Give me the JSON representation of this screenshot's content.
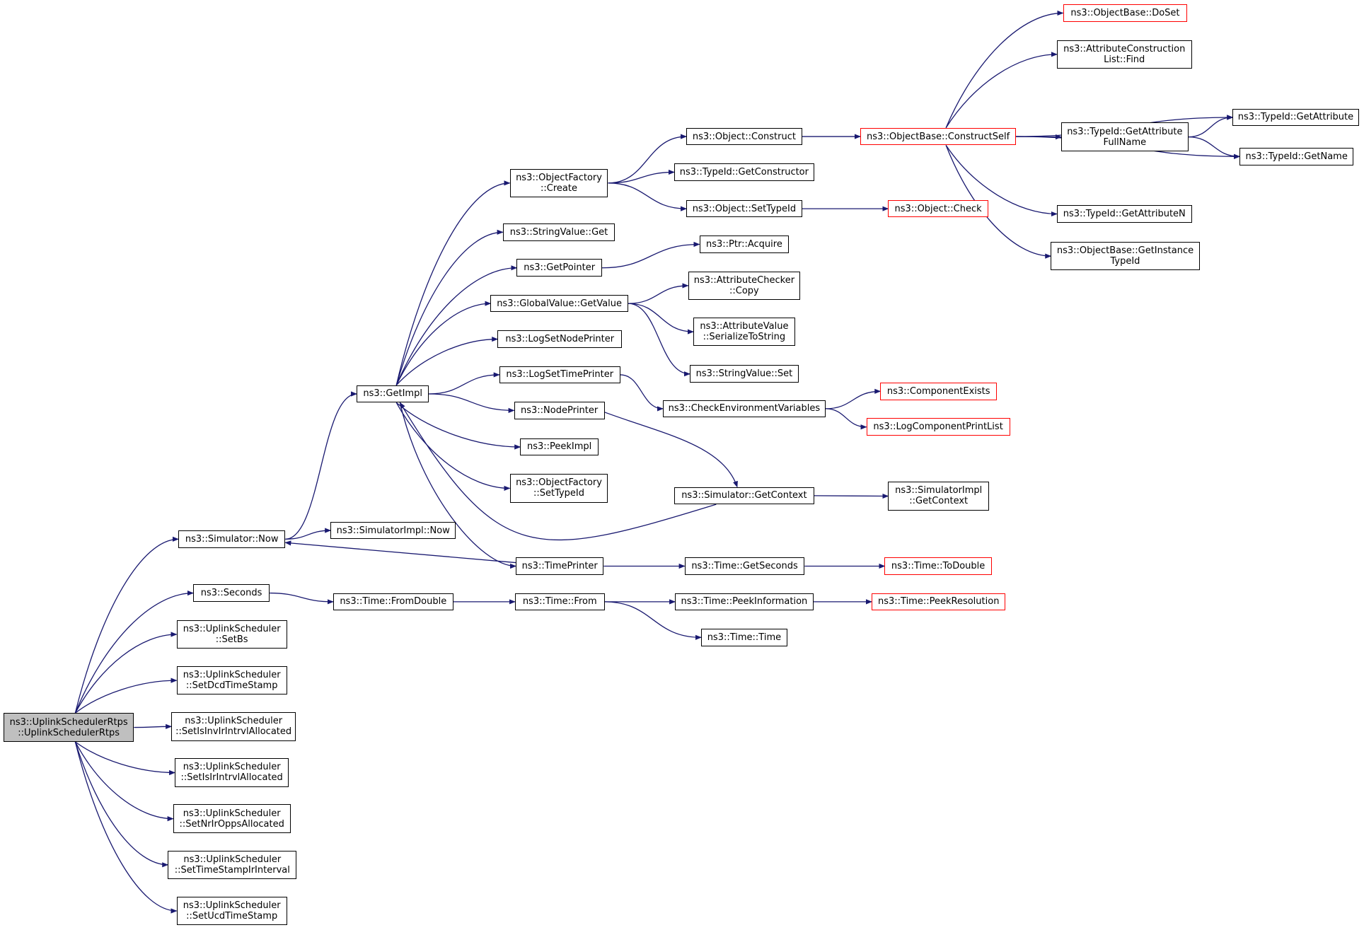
{
  "nodes": [
    {
      "id": "root",
      "lines": [
        "ns3::UplinkSchedulerRtps",
        "::UplinkSchedulerRtps"
      ],
      "root": true
    },
    {
      "id": "sim_now",
      "lines": [
        "ns3::Simulator::Now"
      ]
    },
    {
      "id": "seconds",
      "lines": [
        "ns3::Seconds"
      ]
    },
    {
      "id": "setbs",
      "lines": [
        "ns3::UplinkScheduler",
        "::SetBs"
      ]
    },
    {
      "id": "setdcd",
      "lines": [
        "ns3::UplinkScheduler",
        "::SetDcdTimeStamp"
      ]
    },
    {
      "id": "setisinv",
      "lines": [
        "ns3::UplinkScheduler",
        "::SetIsInvIrIntrvlAllocated"
      ]
    },
    {
      "id": "setisir",
      "lines": [
        "ns3::UplinkScheduler",
        "::SetIsIrIntrvlAllocated"
      ]
    },
    {
      "id": "setnrir",
      "lines": [
        "ns3::UplinkScheduler",
        "::SetNrIrOppsAllocated"
      ]
    },
    {
      "id": "settimestamp",
      "lines": [
        "ns3::UplinkScheduler",
        "::SetTimeStampIrInterval"
      ]
    },
    {
      "id": "setucd",
      "lines": [
        "ns3::UplinkScheduler",
        "::SetUcdTimeStamp"
      ]
    },
    {
      "id": "getimpl",
      "lines": [
        "ns3::GetImpl"
      ]
    },
    {
      "id": "simimpl_now",
      "lines": [
        "ns3::SimulatorImpl::Now"
      ]
    },
    {
      "id": "fromdouble",
      "lines": [
        "ns3::Time::FromDouble"
      ]
    },
    {
      "id": "objfactory_create",
      "lines": [
        "ns3::ObjectFactory",
        "::Create"
      ]
    },
    {
      "id": "stringvalue_get",
      "lines": [
        "ns3::StringValue::Get"
      ]
    },
    {
      "id": "getpointer",
      "lines": [
        "ns3::GetPointer"
      ]
    },
    {
      "id": "globalvalue_get",
      "lines": [
        "ns3::GlobalValue::GetValue"
      ]
    },
    {
      "id": "logsetnode",
      "lines": [
        "ns3::LogSetNodePrinter"
      ]
    },
    {
      "id": "logsettime",
      "lines": [
        "ns3::LogSetTimePrinter"
      ]
    },
    {
      "id": "nodeprinter",
      "lines": [
        "ns3::NodePrinter"
      ]
    },
    {
      "id": "peekimpl",
      "lines": [
        "ns3::PeekImpl"
      ]
    },
    {
      "id": "objfactory_settypeid",
      "lines": [
        "ns3::ObjectFactory",
        "::SetTypeId"
      ]
    },
    {
      "id": "timeprinter",
      "lines": [
        "ns3::TimePrinter"
      ]
    },
    {
      "id": "time_from",
      "lines": [
        "ns3::Time::From"
      ]
    },
    {
      "id": "object_construct",
      "lines": [
        "ns3::Object::Construct"
      ]
    },
    {
      "id": "typeid_getctor",
      "lines": [
        "ns3::TypeId::GetConstructor"
      ]
    },
    {
      "id": "object_settypeid",
      "lines": [
        "ns3::Object::SetTypeId"
      ]
    },
    {
      "id": "ptr_acquire",
      "lines": [
        "ns3::Ptr::Acquire"
      ]
    },
    {
      "id": "attrchecker_copy",
      "lines": [
        "ns3::AttributeChecker",
        "::Copy"
      ]
    },
    {
      "id": "attrvalue_serialize",
      "lines": [
        "ns3::AttributeValue",
        "::SerializeToString"
      ]
    },
    {
      "id": "stringvalue_set",
      "lines": [
        "ns3::StringValue::Set"
      ]
    },
    {
      "id": "checkenv",
      "lines": [
        "ns3::CheckEnvironmentVariables"
      ]
    },
    {
      "id": "sim_getcontext",
      "lines": [
        "ns3::Simulator::GetContext"
      ]
    },
    {
      "id": "time_getseconds",
      "lines": [
        "ns3::Time::GetSeconds"
      ]
    },
    {
      "id": "time_peekinfo",
      "lines": [
        "ns3::Time::PeekInformation"
      ]
    },
    {
      "id": "time_time",
      "lines": [
        "ns3::Time::Time"
      ]
    },
    {
      "id": "objbase_constructself",
      "lines": [
        "ns3::ObjectBase::ConstructSelf"
      ],
      "red": true
    },
    {
      "id": "object_check",
      "lines": [
        "ns3::Object::Check"
      ],
      "red": true
    },
    {
      "id": "componentexists",
      "lines": [
        "ns3::ComponentExists"
      ],
      "red": true
    },
    {
      "id": "logcomponentprintlist",
      "lines": [
        "ns3::LogComponentPrintList"
      ],
      "red": true
    },
    {
      "id": "simimpl_getcontext",
      "lines": [
        "ns3::SimulatorImpl",
        "::GetContext"
      ]
    },
    {
      "id": "time_todouble",
      "lines": [
        "ns3::Time::ToDouble"
      ],
      "red": true
    },
    {
      "id": "time_peekres",
      "lines": [
        "ns3::Time::PeekResolution"
      ],
      "red": true
    },
    {
      "id": "objbase_doset",
      "lines": [
        "ns3::ObjectBase::DoSet"
      ],
      "red": true
    },
    {
      "id": "attrconstr_find",
      "lines": [
        "ns3::AttributeConstruction",
        "List::Find"
      ]
    },
    {
      "id": "typeid_getattrfull",
      "lines": [
        "ns3::TypeId::GetAttribute",
        "FullName"
      ]
    },
    {
      "id": "typeid_getattrn",
      "lines": [
        "ns3::TypeId::GetAttributeN"
      ]
    },
    {
      "id": "objbase_getinstance",
      "lines": [
        "ns3::ObjectBase::GetInstance",
        "TypeId"
      ]
    },
    {
      "id": "typeid_getattr",
      "lines": [
        "ns3::TypeId::GetAttribute"
      ]
    },
    {
      "id": "typeid_getname",
      "lines": [
        "ns3::TypeId::GetName"
      ]
    }
  ],
  "edges": [
    [
      "root",
      "sim_now"
    ],
    [
      "root",
      "seconds"
    ],
    [
      "root",
      "setbs"
    ],
    [
      "root",
      "setdcd"
    ],
    [
      "root",
      "setisinv"
    ],
    [
      "root",
      "setisir"
    ],
    [
      "root",
      "setnrir"
    ],
    [
      "root",
      "settimestamp"
    ],
    [
      "root",
      "setucd"
    ],
    [
      "sim_now",
      "getimpl"
    ],
    [
      "sim_now",
      "simimpl_now"
    ],
    [
      "seconds",
      "fromdouble"
    ],
    [
      "fromdouble",
      "time_from"
    ],
    [
      "time_from",
      "time_peekinfo"
    ],
    [
      "time_from",
      "time_time"
    ],
    [
      "time_peekinfo",
      "time_peekres"
    ],
    [
      "getimpl",
      "objfactory_create"
    ],
    [
      "getimpl",
      "stringvalue_get"
    ],
    [
      "getimpl",
      "getpointer"
    ],
    [
      "getimpl",
      "globalvalue_get"
    ],
    [
      "getimpl",
      "logsetnode"
    ],
    [
      "getimpl",
      "logsettime"
    ],
    [
      "getimpl",
      "nodeprinter"
    ],
    [
      "getimpl",
      "peekimpl"
    ],
    [
      "getimpl",
      "objfactory_settypeid"
    ],
    [
      "getimpl",
      "timeprinter"
    ],
    [
      "timeprinter",
      "sim_now"
    ],
    [
      "timeprinter",
      "time_getseconds"
    ],
    [
      "time_getseconds",
      "time_todouble"
    ],
    [
      "sim_getcontext",
      "getimpl"
    ],
    [
      "sim_getcontext",
      "simimpl_getcontext"
    ],
    [
      "nodeprinter",
      "sim_getcontext"
    ],
    [
      "logsettime",
      "checkenv"
    ],
    [
      "checkenv",
      "componentexists"
    ],
    [
      "checkenv",
      "logcomponentprintlist"
    ],
    [
      "getpointer",
      "ptr_acquire"
    ],
    [
      "globalvalue_get",
      "attrchecker_copy"
    ],
    [
      "globalvalue_get",
      "attrvalue_serialize"
    ],
    [
      "globalvalue_get",
      "stringvalue_set"
    ],
    [
      "objfactory_create",
      "object_construct"
    ],
    [
      "objfactory_create",
      "typeid_getctor"
    ],
    [
      "objfactory_create",
      "object_settypeid"
    ],
    [
      "object_settypeid",
      "object_check"
    ],
    [
      "object_construct",
      "objbase_constructself"
    ],
    [
      "objbase_constructself",
      "objbase_doset"
    ],
    [
      "objbase_constructself",
      "attrconstr_find"
    ],
    [
      "objbase_constructself",
      "typeid_getattr"
    ],
    [
      "objbase_constructself",
      "typeid_getattrfull"
    ],
    [
      "objbase_constructself",
      "typeid_getname"
    ],
    [
      "objbase_constructself",
      "typeid_getattrn"
    ],
    [
      "objbase_constructself",
      "objbase_getinstance"
    ],
    [
      "typeid_getattrfull",
      "typeid_getattr"
    ],
    [
      "typeid_getattrfull",
      "typeid_getname"
    ]
  ],
  "colors": {
    "edge": "#191970",
    "node_border": "#000000",
    "node_red_border": "#ff0000",
    "root_fill": "#bfbfbf"
  }
}
